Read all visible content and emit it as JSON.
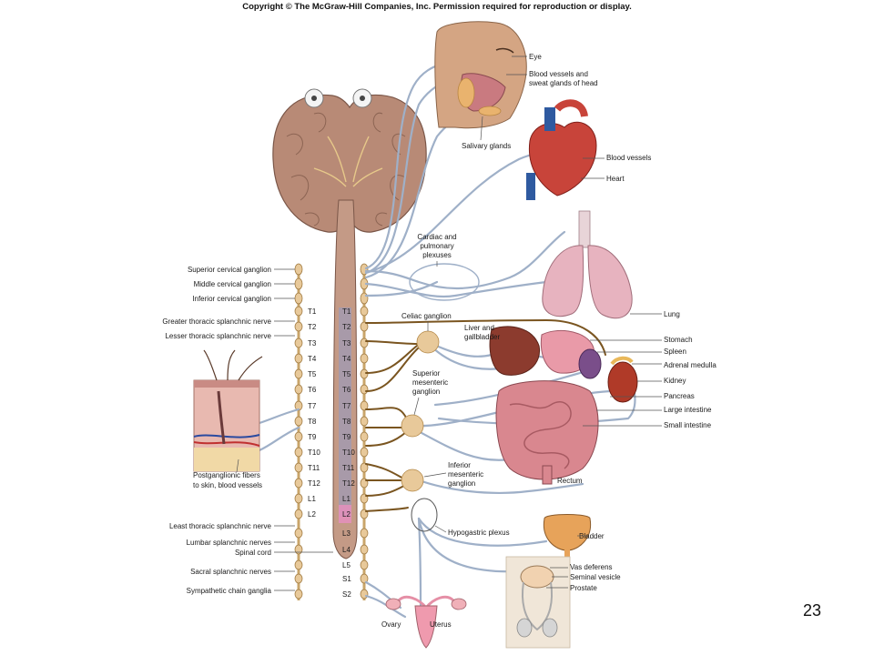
{
  "header": {
    "copyright": "Copyright © The McGraw-Hill Companies, Inc. Permission required for reproduction or display."
  },
  "page_number": "23",
  "left_labels": [
    "Superior cervical ganglion",
    "Middle cervical ganglion",
    "Inferior cervical ganglion",
    "Greater thoracic splanchnic nerve",
    "Lesser thoracic splanchnic nerve",
    "Least thoracic splanchnic nerve",
    "Lumbar splanchnic nerves",
    "Spinal cord",
    "Sacral splanchnic nerves",
    "Sympathetic chain ganglia"
  ],
  "skin_label": [
    "Postganglionic fibers",
    "to skin, blood vessels"
  ],
  "spinal_segments": [
    "T1",
    "T2",
    "T3",
    "T4",
    "T5",
    "T6",
    "T7",
    "T8",
    "T9",
    "T10",
    "T11",
    "T12",
    "L1",
    "L2",
    "L3",
    "L4",
    "L5",
    "S1",
    "S2"
  ],
  "center_labels": {
    "cardiac": [
      "Cardiac and",
      "pulmonary",
      "plexuses"
    ],
    "celiac": "Celiac ganglion",
    "superior_mesenteric": [
      "Superior",
      "mesenteric",
      "ganglion"
    ],
    "inferior_mesenteric": [
      "Inferior",
      "mesenteric",
      "ganglion"
    ],
    "hypogastric": "Hypogastric plexus",
    "liver": [
      "Liver and",
      "gallbladder"
    ],
    "salivary": "Salivary glands"
  },
  "right_labels": {
    "eye": "Eye",
    "head_vessels": [
      "Blood vessels and",
      "sweat glands of head"
    ],
    "blood_vessels": "Blood vessels",
    "heart": "Heart",
    "lung": "Lung",
    "stomach": "Stomach",
    "spleen": "Spleen",
    "adrenal": "Adrenal medulla",
    "kidney": "Kidney",
    "pancreas": "Pancreas",
    "large_intestine": "Large intestine",
    "small_intestine": "Small intestine",
    "rectum": "Rectum",
    "bladder": "Bladder",
    "vas": "Vas deferens",
    "seminal": "Seminal vesicle",
    "prostate": "Prostate",
    "ovary": "Ovary",
    "uterus": "Uterus"
  }
}
